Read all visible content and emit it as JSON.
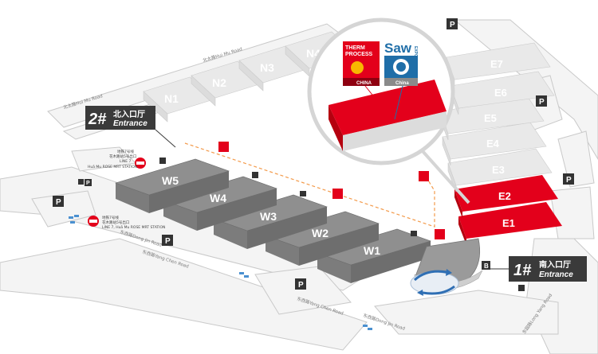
{
  "colors": {
    "hall_gray": "#8f8f8f",
    "hall_gray_dark": "#6e6e6e",
    "hall_faded": "#dcdcdc",
    "hall_faded_top": "#e9e9e9",
    "highlight_red": "#e3001b",
    "highlight_red_dark": "#b5000f",
    "road_fill": "#f4f4f4",
    "road_line": "#c9c9c9",
    "entrance_bg": "#3a3a3a",
    "logo_blue": "#1f6ea8"
  },
  "roads": {
    "north": "北太路Hui Mu Road",
    "north2": "北太路Hui Mu Road",
    "west1": "东西路Dong Jin Road",
    "west2": "东西路Dong Jin Road",
    "south1": "东西路Yang Chen Road",
    "south2": "东西路Yang Chen Road",
    "east": "东园路Long Yang Road"
  },
  "halls": {
    "north": [
      "N1",
      "N2",
      "N3",
      "N4"
    ],
    "west": [
      "W1",
      "W2",
      "W3",
      "W4",
      "W5"
    ],
    "east": [
      "E1",
      "E2",
      "E3",
      "E4",
      "E5",
      "E6",
      "E7"
    ]
  },
  "entrances": {
    "north": {
      "number": "2#",
      "label_zh": "北入口厅",
      "label_en": "Entrance"
    },
    "south": {
      "number": "1#",
      "label_zh": "南入口厅",
      "label_en": "Entrance"
    }
  },
  "metro": {
    "north_line1": "地铁7号线",
    "north_line2": "花木路站5号出口",
    "north_line3": "LINE 7",
    "north_line4": "Huā Mu ROSE MRT STATION",
    "south_line1": "地铁7号线",
    "south_line2": "花木路站5号出口",
    "south_line3": "LINE 7, Huā Mu ROSE MRT STATION"
  },
  "logos": {
    "therm_line1": "THERM",
    "therm_line2": "PROCESS",
    "therm_region": "CHINA",
    "saw_title": "Saw",
    "saw_sub": "EXPO",
    "saw_region": "China"
  },
  "markers": {
    "parking": "P",
    "bus": "B"
  }
}
